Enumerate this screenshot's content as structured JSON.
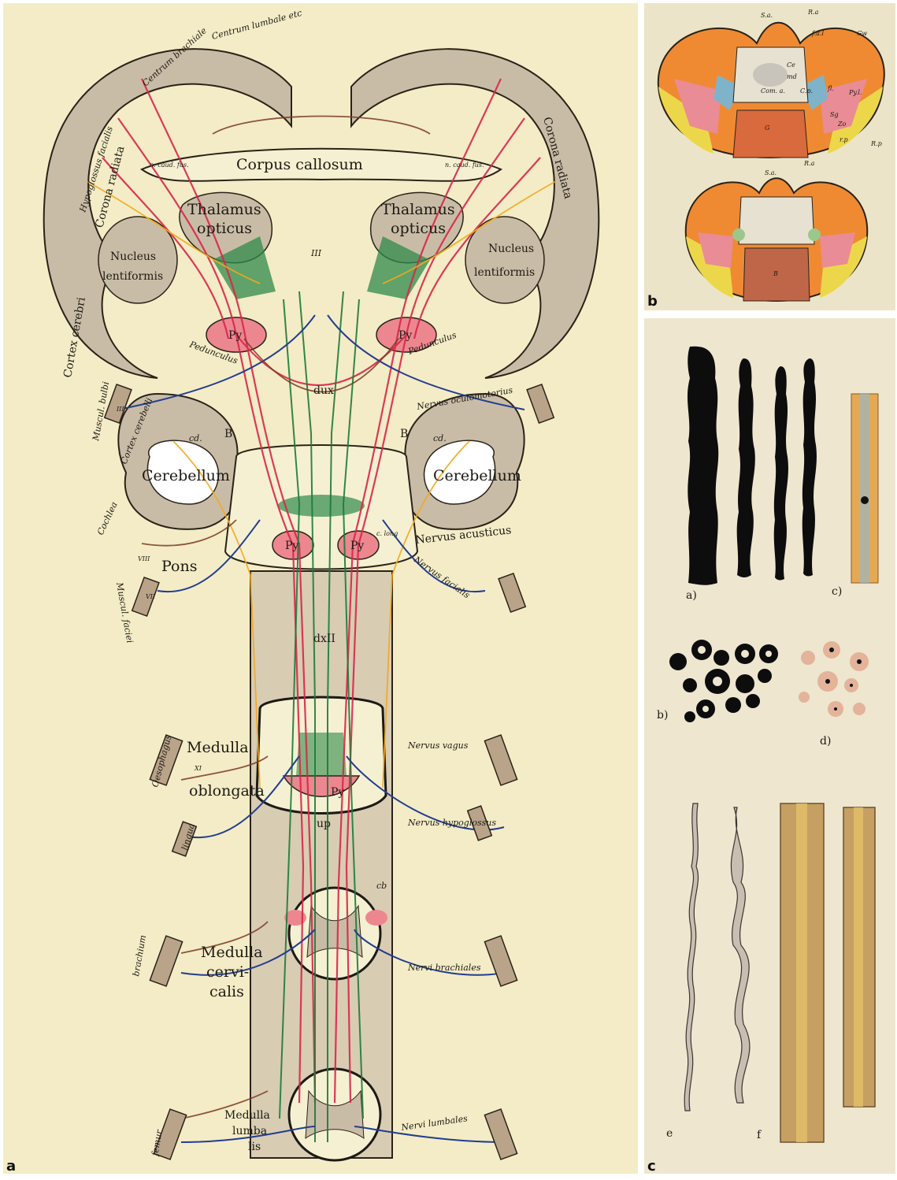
{
  "panels": {
    "a": {
      "letter": "a",
      "labels": {
        "corpus_callosum": "Corpus callosum",
        "thalamus_left_1": "Thalamus",
        "thalamus_left_2": "opticus",
        "thalamus_right_1": "Thalamus",
        "thalamus_right_2": "opticus",
        "nucleus_left_1": "Nucleus",
        "nucleus_left_2": "lentiformis",
        "nucleus_right_1": "Nucleus",
        "nucleus_right_2": "lentiformis",
        "corona_left": "Corona radiata",
        "corona_right": "Corona radiata",
        "hypoglossus": "Hypoglossus facialis",
        "centrum_brachiale": "Centrum brachiale",
        "centrum_lumbale": "Centrum lumbale etc",
        "cortex_cerebri": "Cortex cerebri",
        "cortex_cerebelli": "Cortex cerebelli",
        "pedunculus_left": "Pedunculus",
        "pedunculus_right": "Pedunculus",
        "py": "Py",
        "cerebellum_left": "Cerebellum",
        "cerebellum_right": "Cerebellum",
        "pons": "Pons",
        "cochlea": "Cochlea",
        "viii": "VIII",
        "vii": "VII",
        "iii": "III",
        "nervus_oculomotorius": "Nervus oculomotorius",
        "nervus_acusticus": "Nervus acusticus",
        "nervus_facialis": "Nervus facialis",
        "muscul_faciei": "Muscul. faciei",
        "muscul_bulbi": "Muscul. bulbi",
        "medulla_oblongata_1": "Medulla",
        "medulla_oblongata_2": "oblongata",
        "xi": "XI",
        "oesophagus": "Oesophagus",
        "nervus_vagus": "Nervus vagus",
        "nervus_hypoglossus": "Nervus hypoglossus",
        "lingua": "lingua",
        "medulla_cervicalis_1": "Medulla",
        "medulla_cervicalis_2": "cervi-",
        "medulla_cervicalis_3": "calis",
        "brachium": "brachium",
        "nervi_brachiales": "Nervi brachiales",
        "medulla_lumbalis_1": "Medulla",
        "medulla_lumbalis_2": "lumba",
        "medulla_lumbalis_3": "lis",
        "femur": "femur",
        "nervi_lumbales": "Nervi lumbales",
        "dux": "dux",
        "dxii": "dxII",
        "up": "up",
        "cd": "cd.",
        "b": "B",
        "iii_roman": "III",
        "cb": "cb",
        "c_long": "c. long",
        "n_caud": "n. caud. fus."
      }
    },
    "b": {
      "letter": "b",
      "labels": {
        "sa_top": "S.a.",
        "ra": "R.a",
        "fat": "f.a.l",
        "gw": "Gw",
        "ce": "Ce",
        "md": "md",
        "com_a": "Com. a.",
        "cp": "C.p.",
        "fl": "fl.",
        "pyl": "Py.l.",
        "g": "G",
        "sg": "Sg",
        "zo": "Zo",
        "rp": "r.p",
        "Rp": "R.p",
        "sa_bottom": "S.a.",
        "ra_bottom": "R.a",
        "B": "B"
      }
    },
    "c": {
      "letter": "c",
      "labels": {
        "a": "a)",
        "b": "b)",
        "c": "c)",
        "d": "d)",
        "e": "e",
        "f": "f"
      }
    }
  },
  "colors": {
    "parchment": "#f3ecc6",
    "grey_matter": "#c9bca6",
    "red_tract": "#d8274a",
    "orange_tract": "#f2a81e",
    "green_tract": "#1d7a3a",
    "blue_nerve": "#233d8f",
    "brown_tract": "#7a3b22",
    "pink_py": "#ec8790",
    "section_orange": "#ef8a33",
    "section_pink": "#e98c95",
    "section_yellow": "#ecd74a",
    "section_blue": "#7fb3c9"
  }
}
